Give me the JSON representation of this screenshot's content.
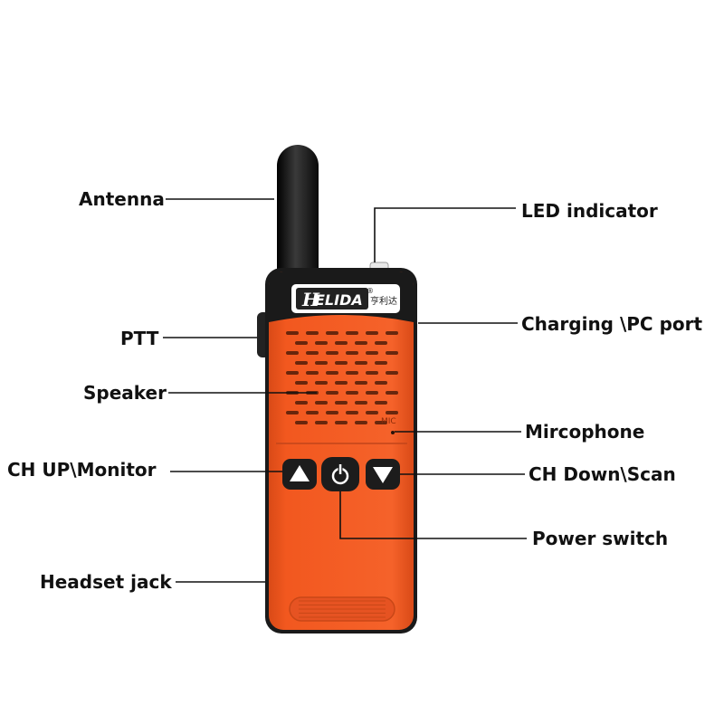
{
  "product": {
    "brand": "ELIDA",
    "brand_initial": "H",
    "brand_cn": "亨利达",
    "registered": "®",
    "mic_text": "MIC",
    "body_color": "#f2581f",
    "trim_color": "#1a1a1a",
    "antenna_color": "#151515"
  },
  "callouts": [
    {
      "id": "antenna",
      "label": "Antenna"
    },
    {
      "id": "led",
      "label": "LED indicator"
    },
    {
      "id": "ptt",
      "label": "PTT"
    },
    {
      "id": "charging",
      "label": "Charging \\PC port"
    },
    {
      "id": "speaker",
      "label": "Speaker"
    },
    {
      "id": "microphone",
      "label": "Mircophone"
    },
    {
      "id": "ch-up",
      "label": "CH UP\\Monitor"
    },
    {
      "id": "ch-down",
      "label": "CH Down\\Scan"
    },
    {
      "id": "power",
      "label": "Power switch"
    },
    {
      "id": "headset",
      "label": "Headset jack"
    }
  ],
  "leader_color": "#111111"
}
